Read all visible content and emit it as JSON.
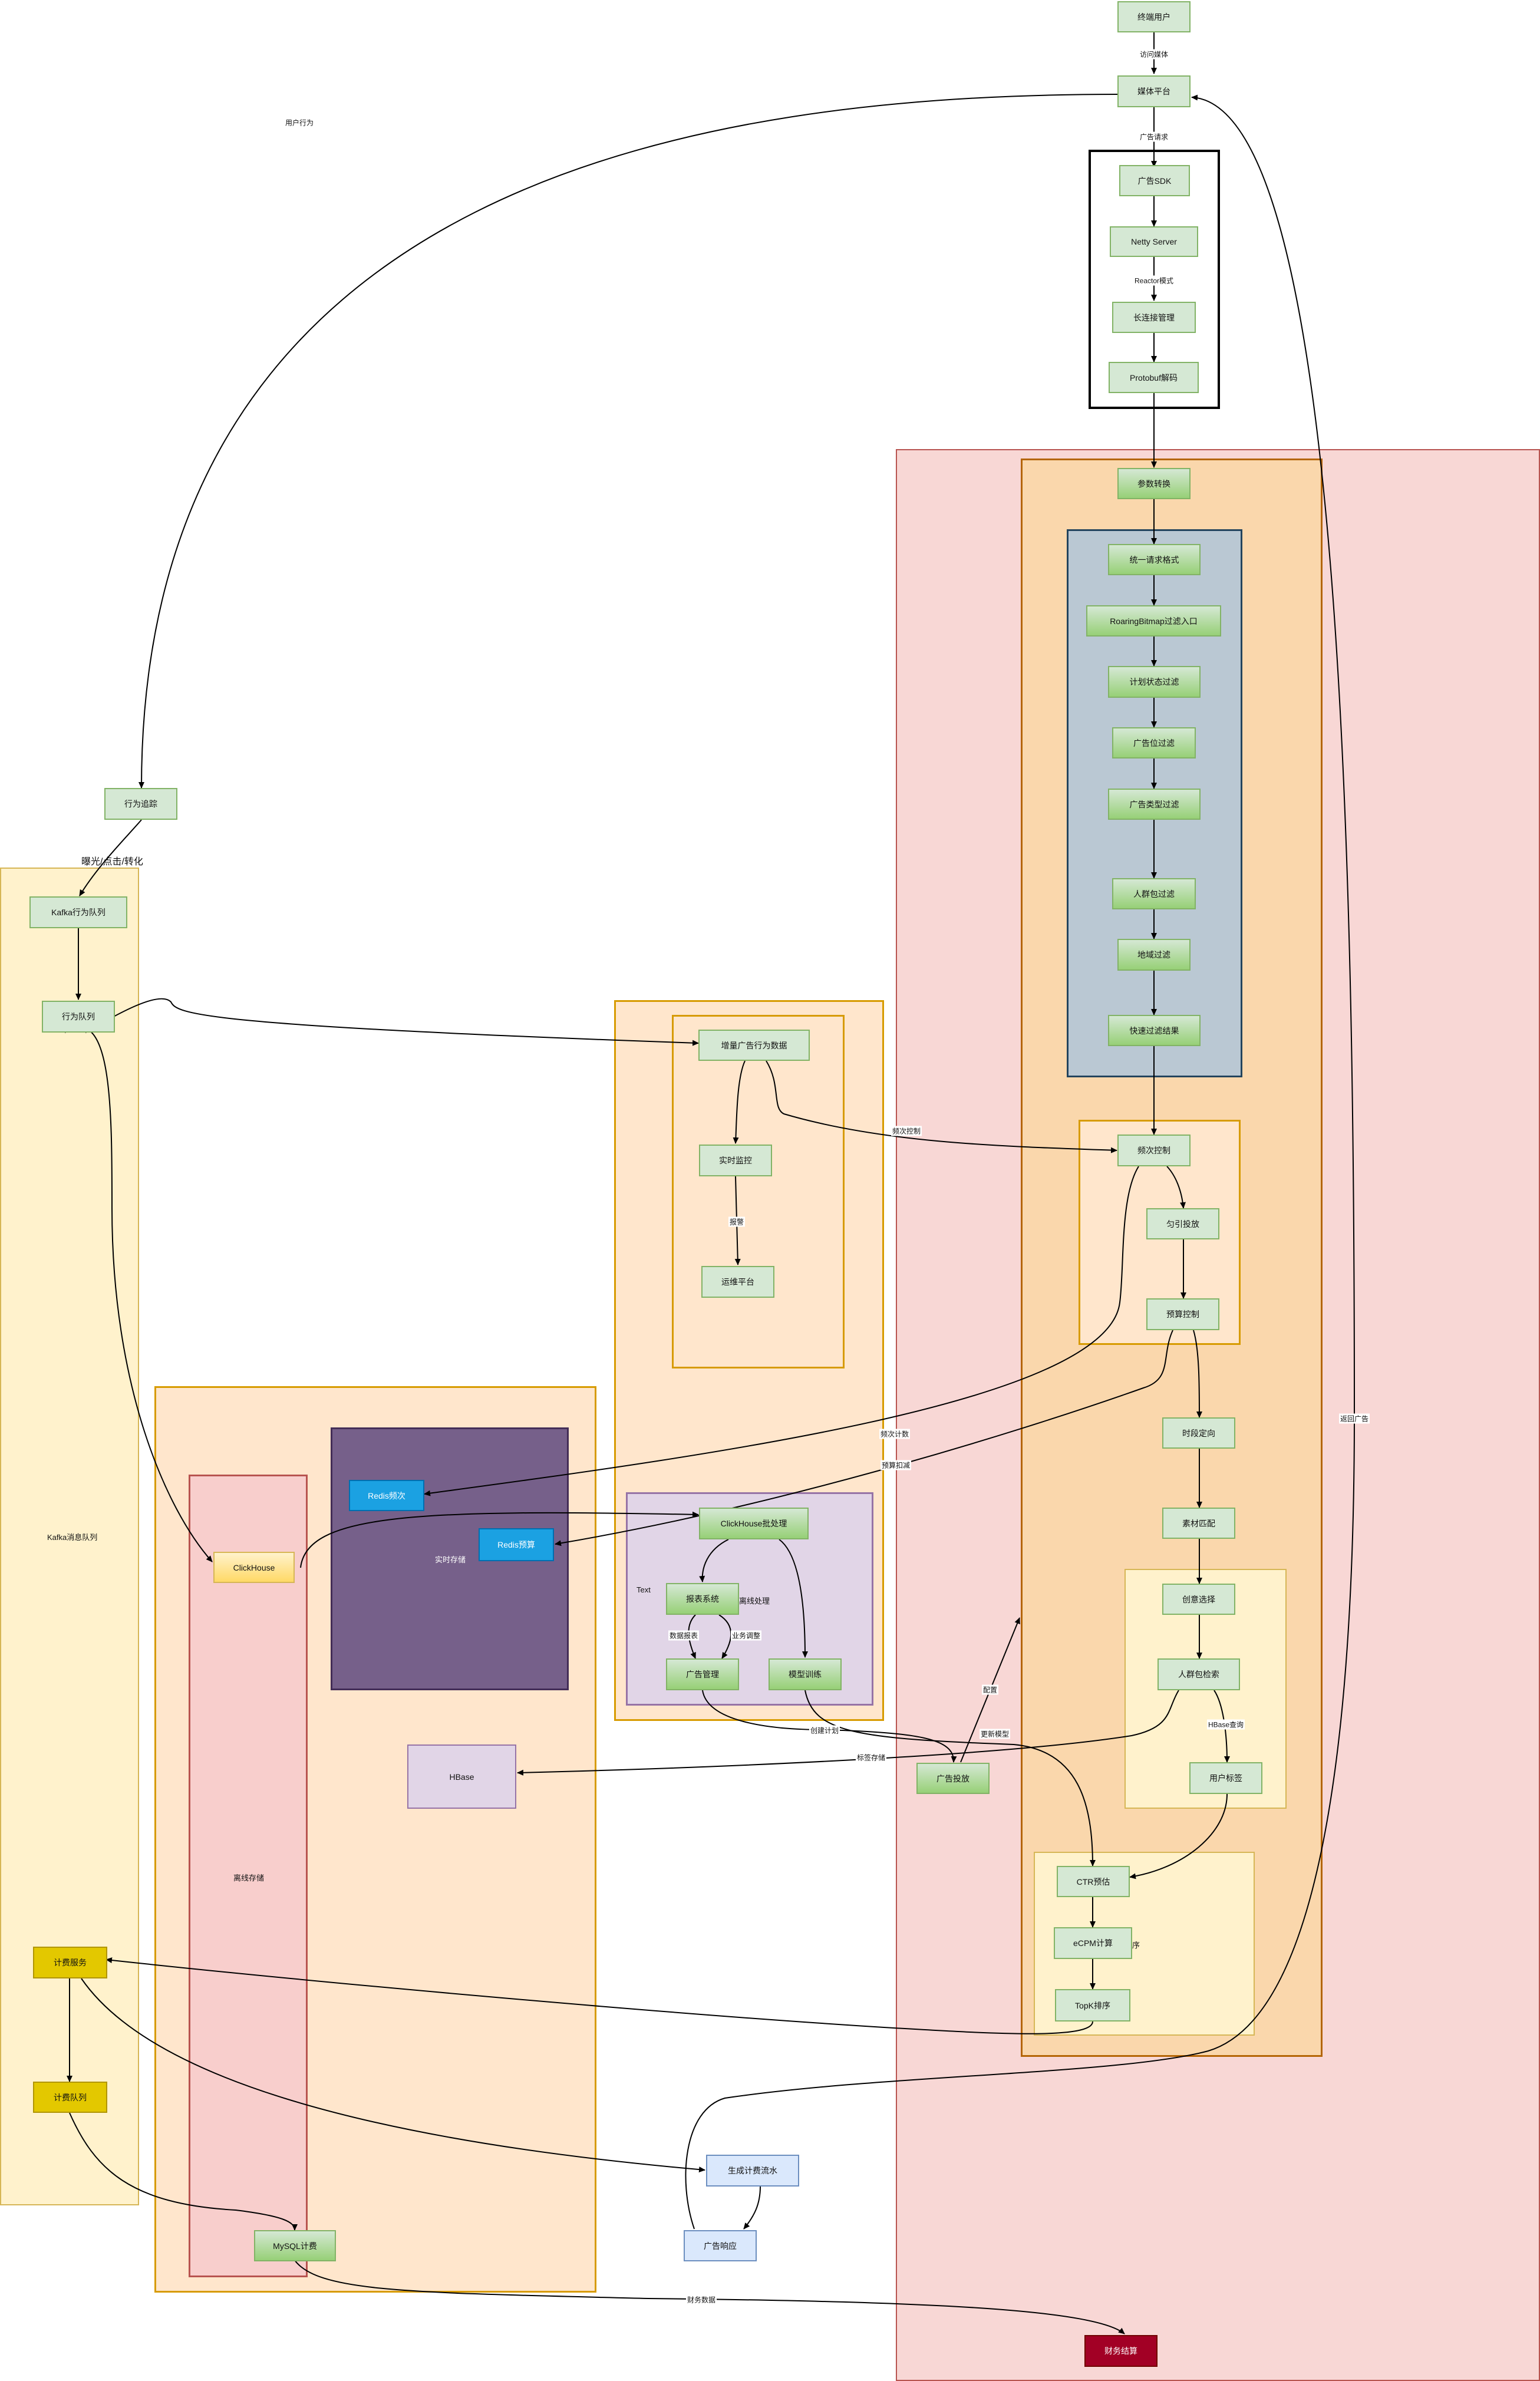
{
  "groups": {
    "kafka_group": "Kafka消息队列",
    "realtime_storage": "实时存储",
    "offline_storage": "离线存储",
    "offline_proc": "离线处理",
    "text_label": "Text",
    "sort_group": "智能排序",
    "exposure_label": "曝光/点击/转化"
  },
  "nodes": {
    "terminal_user": "终端用户",
    "media_platform": "媒体平台",
    "ad_sdk": "广告SDK",
    "netty": "Netty Server",
    "long_conn": "长连接管理",
    "protobuf": "Protobuf解码",
    "param_convert": "参数转换",
    "unified_req": "统一请求格式",
    "roaring": "RoaringBitmap过滤入口",
    "plan_filter": "计划状态过滤",
    "slot_filter": "广告位过滤",
    "type_filter": "广告类型过滤",
    "crowd_filter": "人群包过滤",
    "geo_filter": "地域过滤",
    "fast_result": "快速过滤结果",
    "freq_ctrl": "频次控制",
    "even_deliver": "匀引投放",
    "budget_ctrl": "预算控制",
    "time_target": "时段定向",
    "creative_match": "素材匹配",
    "idea_select": "创意选择",
    "crowd_retrieve": "人群包检索",
    "user_tag": "用户标签",
    "ctr": "CTR预估",
    "ecpm": "eCPM计算",
    "topk": "TopK排序",
    "behavior_track": "行为追踪",
    "kafka_behavior": "Kafka行为队列",
    "behavior_queue": "行为队列",
    "billing_service": "计费服务",
    "billing_queue": "计费队列",
    "incr_behavior": "增量广告行为数据",
    "realtime_monitor": "实时监控",
    "ops_platform": "运维平台",
    "ck_batch": "ClickHouse批处理",
    "report": "报表系统",
    "ad_manage": "广告管理",
    "model_train": "模型训练",
    "redis_freq": "Redis频次",
    "redis_budget": "Redis预算",
    "clickhouse": "ClickHouse",
    "hbase": "HBase",
    "ad_deliver": "广告投放",
    "mysql_billing": "MySQL计费",
    "gen_billing_flow": "生成计费流水",
    "ad_response": "广告响应",
    "finance": "财务结算"
  },
  "edge_labels": {
    "visit_media": "访问媒体",
    "ad_request": "广告请求",
    "reactor": "Reactor模式",
    "user_behavior": "用户行为",
    "freq_control": "频次控制",
    "alarm": "报警",
    "freq_count": "频次计数",
    "budget_deduct": "预算扣减",
    "data_report": "数据报表",
    "business_adjust": "业务调整",
    "create_plan": "创建计划",
    "update_model": "更新模型",
    "tag_store": "标签存储",
    "config": "配置",
    "hbase_query": "HBase查询",
    "return_ad": "返回广告",
    "finance_data": "财务数据"
  }
}
